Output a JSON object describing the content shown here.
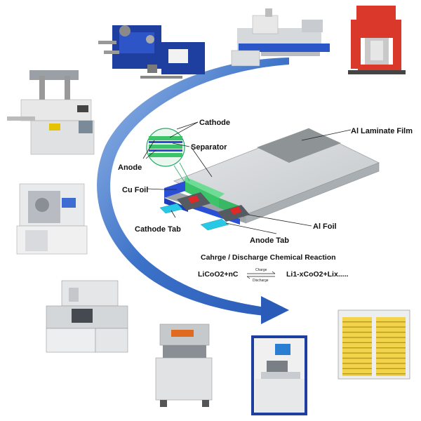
{
  "labels": {
    "cathode": "Cathode",
    "separator": "Separator",
    "anode": "Anode",
    "cu_foil": "Cu Foil",
    "cathode_tab": "Cathode Tab",
    "al_laminate_film": "Al Laminate Film",
    "al_foil": "Al Foil",
    "anode_tab": "Anode Tab"
  },
  "reaction": {
    "title": "Cahrge / Discharge Chemical Reaction",
    "left": "LiCoO2+nC",
    "right": "Li1-xCoO2+Lix.....",
    "arrow_top": "Charge",
    "arrow_bottom": "Discharge"
  },
  "machines": [
    "slitting-machine",
    "coating-machine",
    "planetary-mixer",
    "die-cutting-machine",
    "winding-machine",
    "stacking-machine",
    "heat-press-machine",
    "battery-tester",
    "aging-cabinet"
  ],
  "colors": {
    "arrow": "#3a6fc4",
    "cathode_green": "#3cc46a",
    "cu_blue": "#2a4fd6",
    "tab_cyan": "#27c7e6",
    "pouch_grey": "#cfd3d6",
    "film_grey": "#8e9396",
    "red_contact": "#e02828"
  }
}
